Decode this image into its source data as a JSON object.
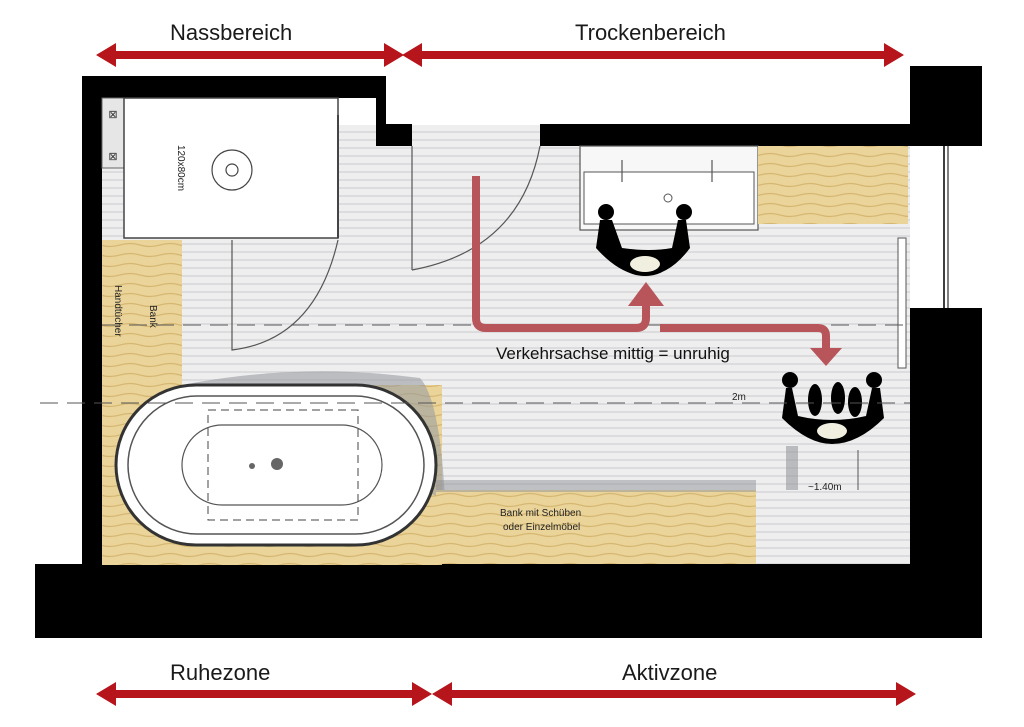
{
  "zones": {
    "top_left": "Nassbereich",
    "top_right": "Trockenbereich",
    "bottom_left": "Ruhezone",
    "bottom_right": "Aktivzone"
  },
  "annotations": {
    "shower_size": "120x80cm",
    "towel_bench": "Bank",
    "towels": "Handtücher",
    "traffic_axis": "Verkehrsachse mittig = unruhig",
    "dim_width": "2m",
    "dim_clearance": "~1.40m",
    "bench_line1": "Bank mit Schüben",
    "bench_line2": "oder Einzelmöbel"
  },
  "colors": {
    "arrow_red": "#b5151b",
    "wall": "#000000",
    "wood": "#e8cf8c",
    "path": "#b8555a",
    "floor": "#e9e9ea"
  }
}
